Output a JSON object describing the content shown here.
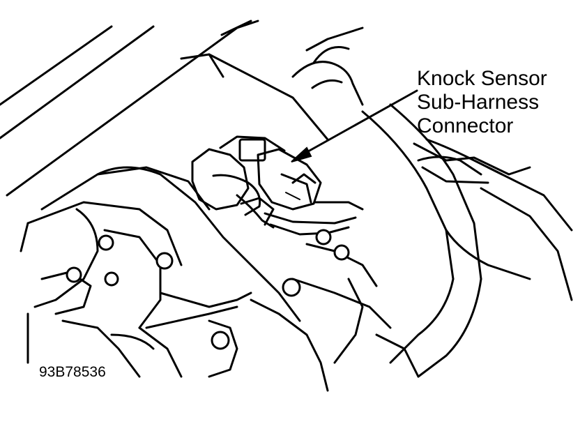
{
  "callout": {
    "lines": [
      "Knock Sensor",
      "Sub-Harness",
      "Connector"
    ]
  },
  "figure_id": "93B78536"
}
